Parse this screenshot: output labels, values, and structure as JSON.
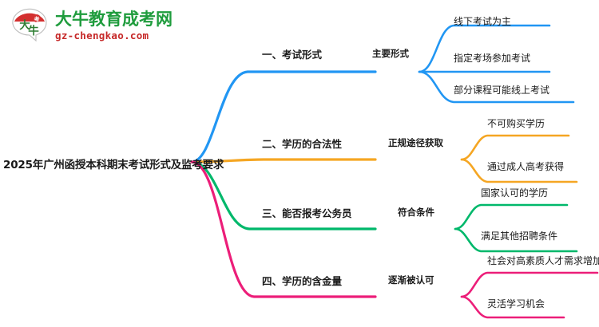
{
  "logo": {
    "mark_alt": "da-niu-logo",
    "title": "大牛教育成考网",
    "domain": "gz-chengkao.com",
    "title_color": "#1f9c3d",
    "domain_color": "#c62828",
    "mark_red": "#d32f2f",
    "mark_green": "#2e7d32"
  },
  "mindmap": {
    "root": {
      "label": "2025年广州函授本科期末考试形式及监考要求"
    },
    "branches": [
      {
        "index": "1",
        "color": "#2196f3",
        "label": "一、考试形式",
        "summary": "主要形式",
        "leaves": [
          "线下考试为主",
          "指定考场参加考试",
          "部分课程可能线上考试"
        ]
      },
      {
        "index": "2",
        "color": "#f5a623",
        "label": "二、学历的合法性",
        "summary": "正规途径获取",
        "leaves": [
          "不可购买学历",
          "通过成人高考获得"
        ]
      },
      {
        "index": "3",
        "color": "#00b86b",
        "label": "三、能否报考公务员",
        "summary": "符合条件",
        "leaves": [
          "国家认可的学历",
          "满足其他招聘条件"
        ]
      },
      {
        "index": "4",
        "color": "#ec1e79",
        "label": "四、学历的含金量",
        "summary": "逐渐被认可",
        "leaves": [
          "社会对高素质人才需求增加",
          "灵活学习机会"
        ]
      }
    ]
  }
}
